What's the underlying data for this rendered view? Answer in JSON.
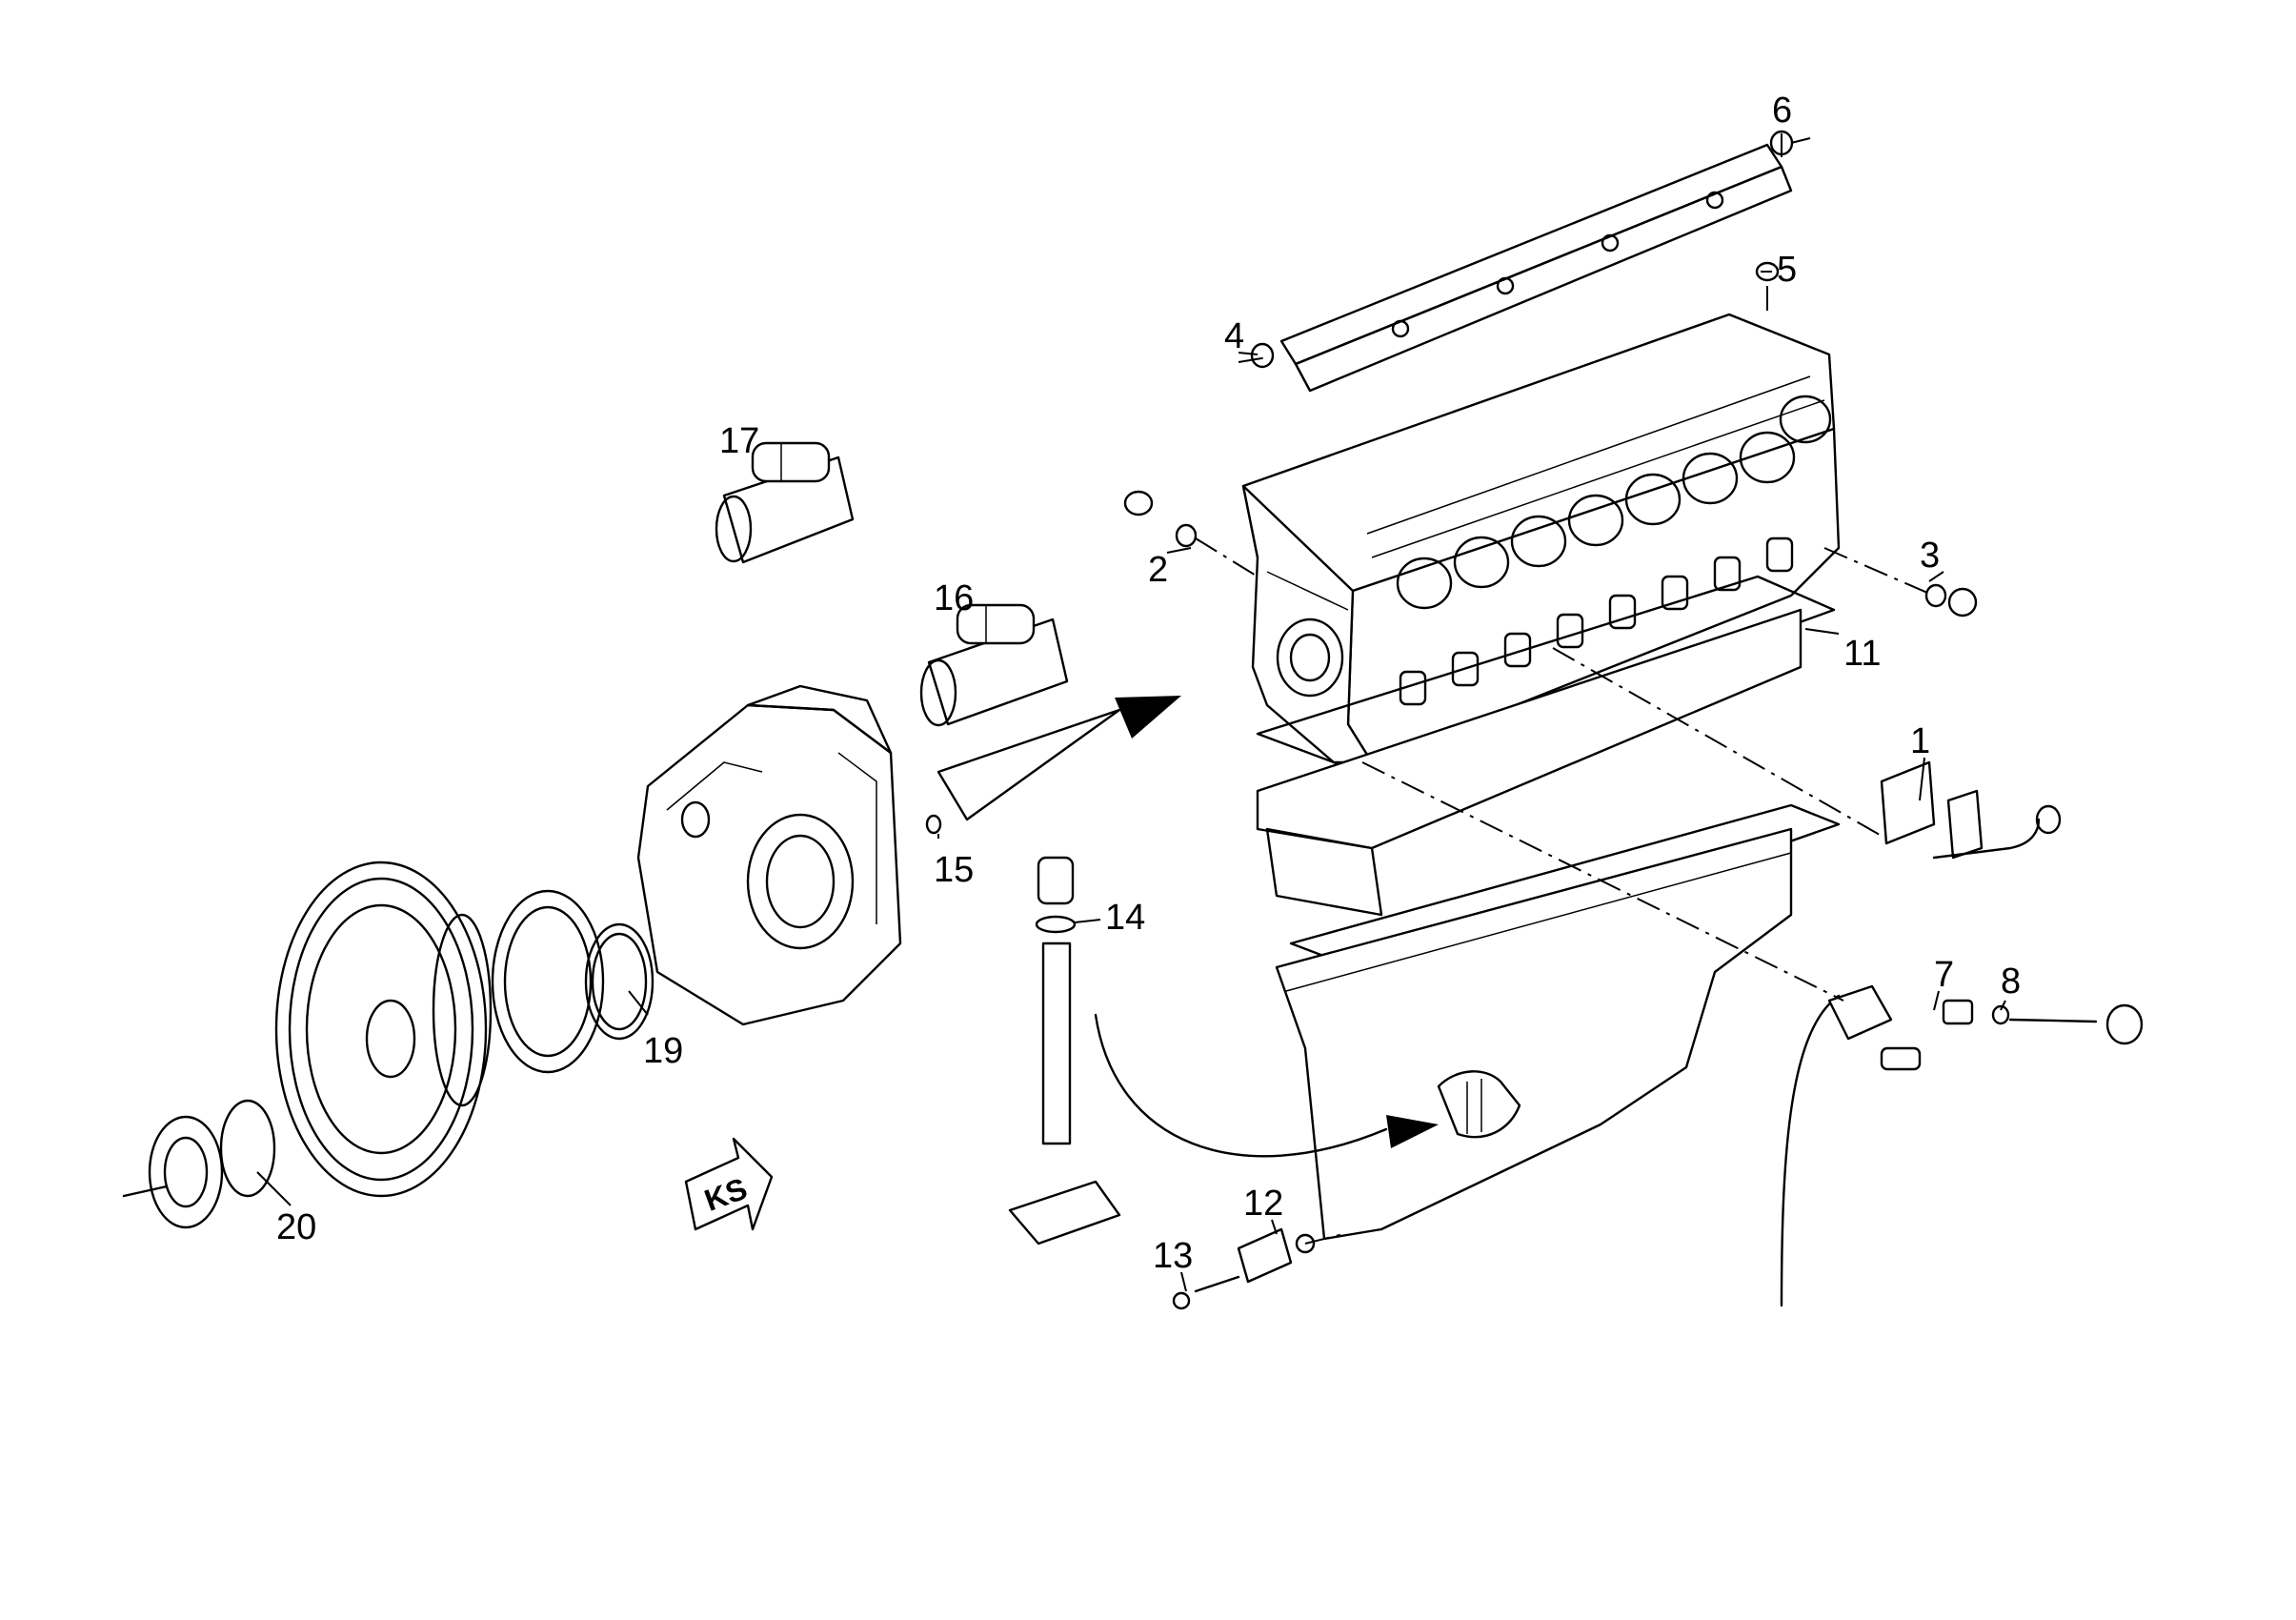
{
  "diagram": {
    "type": "exploded-parts-drawing",
    "subject": "engine block assembly",
    "callouts": [
      {
        "id": "c1",
        "label": "1"
      },
      {
        "id": "c2",
        "label": "2"
      },
      {
        "id": "c3",
        "label": "3"
      },
      {
        "id": "c4",
        "label": "4"
      },
      {
        "id": "c5",
        "label": "5"
      },
      {
        "id": "c6",
        "label": "6"
      },
      {
        "id": "c7",
        "label": "7"
      },
      {
        "id": "c8",
        "label": "8"
      },
      {
        "id": "c11",
        "label": "11"
      },
      {
        "id": "c12",
        "label": "12"
      },
      {
        "id": "c13",
        "label": "13"
      },
      {
        "id": "c14",
        "label": "14"
      },
      {
        "id": "c15",
        "label": "15"
      },
      {
        "id": "c16",
        "label": "16"
      },
      {
        "id": "c17",
        "label": "17"
      },
      {
        "id": "c19",
        "label": "19"
      },
      {
        "id": "c20",
        "label": "20"
      }
    ],
    "badge": {
      "label": "KS"
    },
    "line_color": "#000000",
    "background": "#ffffff"
  }
}
